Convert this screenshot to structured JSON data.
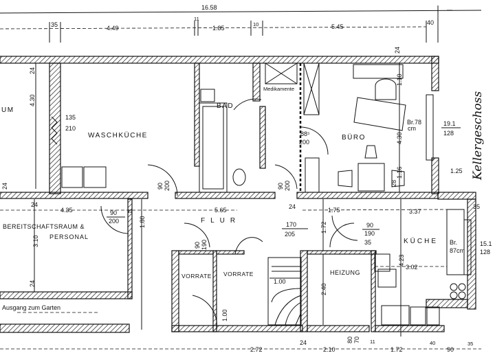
{
  "plan": {
    "title": "Kellergeschoss",
    "rooms": {
      "partial_left": "UM",
      "waschkueche": "WASCHKÜCHE",
      "bad": "BAD",
      "medikamente": "Medikamente",
      "buero": "BÜRO",
      "flur": "FLUR",
      "bereitschaft_line1": "BEREITSCHAFTSRAUM &",
      "bereitschaft_line2": "PERSONAL",
      "vorraete1": "VORRATE",
      "vorraete2": "VORRATE",
      "heizung": "HEIZUNG",
      "kueche": "KÜCHE",
      "ausgang": "Ausgang zum Garten"
    },
    "dimensions": {
      "total_width": "16.58",
      "top": [
        "35",
        "4.49",
        "11",
        "1.85",
        "10",
        "5.45",
        "40"
      ],
      "bottom": [
        "2.72",
        "24",
        "2.10",
        "11",
        "1.72",
        "40",
        "90",
        "35"
      ],
      "wall_24": "24",
      "door_135_210_a": "135",
      "door_135_210_b": "210",
      "height_430_left": "4.30",
      "height_430_right": "4.30",
      "door_90_200_a": "90",
      "door_90_200_b": "200",
      "door_885_a": "88⁵",
      "door_885_b": "200",
      "buero_110": "1.10",
      "buero_116": "1.16",
      "buero_28": "28",
      "window_br": "Br.78",
      "window_cm": "cm",
      "window_a": "19.1",
      "window_b": "128",
      "right_125": "1.25",
      "flur_435": "4.35",
      "flur_565": "5.65",
      "flur_180": "1.80",
      "bereit_310": "3.10",
      "door_170": "170",
      "door_205": "205",
      "flur_172": "1.72",
      "flur_175": "1.75",
      "kueche_337": "3.37",
      "door_90_190_a": "90",
      "door_90_190_b": "190",
      "kueche_35": "35",
      "kueche_423": "4.23",
      "kueche_302": "3.02",
      "kueche_br": "Br.",
      "kueche_cm": "87cm",
      "kueche_win_a": "15.1",
      "kueche_win_b": "128",
      "kueche_35_right": "35",
      "heizung_240": "2.40",
      "stairs_100": "1.00",
      "vorrat_door_a": "90",
      "vorrat_door_b": "190",
      "vorrat_100": "1.00",
      "heizung_80": "80",
      "heizung_70": "70",
      "flur_24": "24",
      "flur_11": "11"
    }
  }
}
